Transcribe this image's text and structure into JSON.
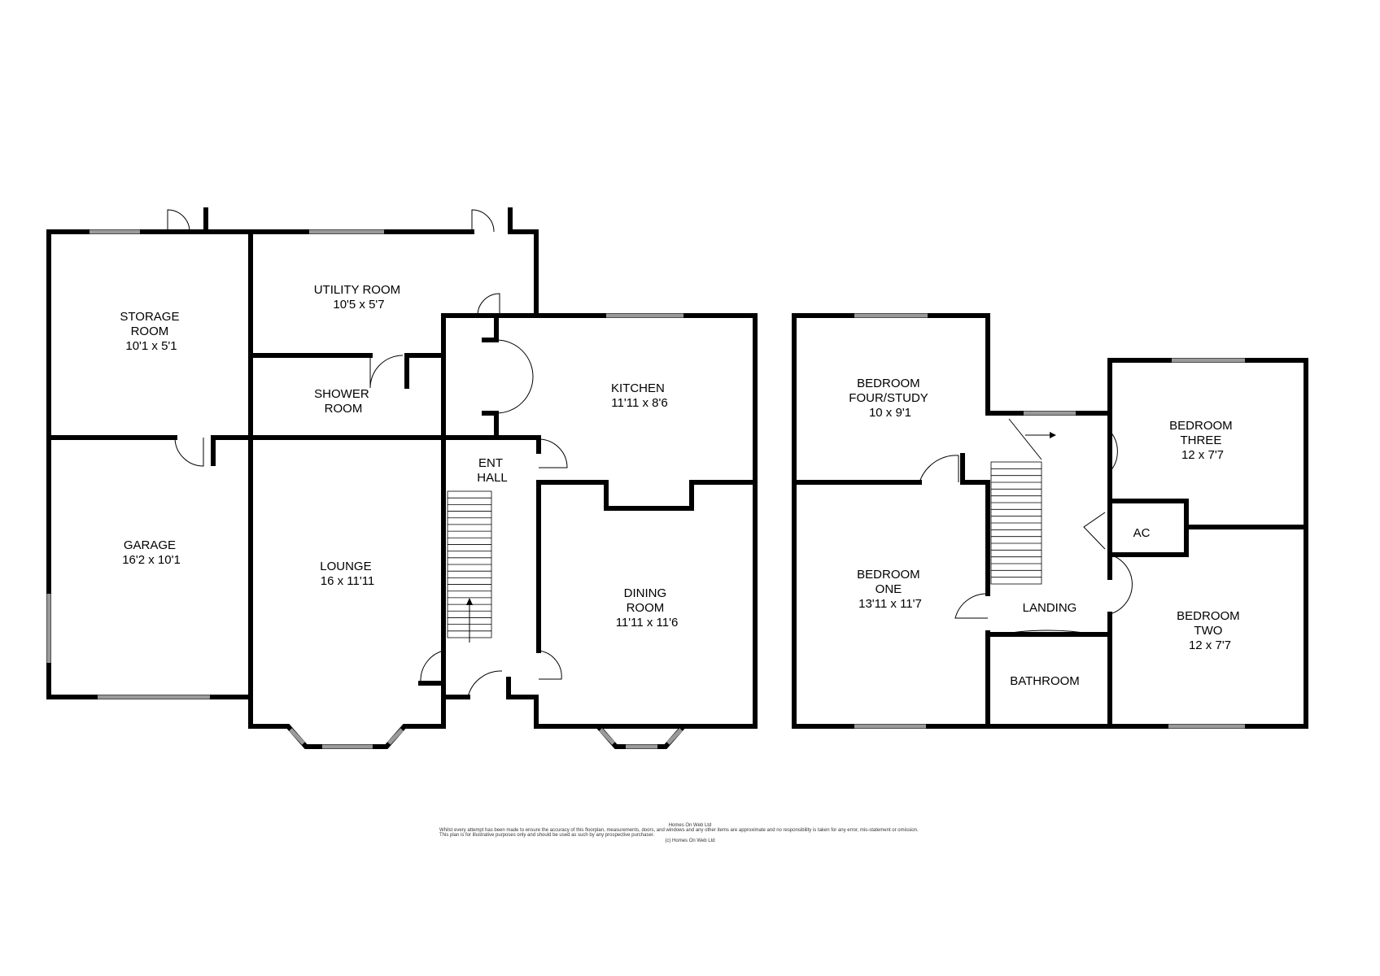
{
  "rooms": {
    "storage": {
      "name": [
        "STORAGE",
        "ROOM"
      ],
      "dims": "10'1 x 5'1"
    },
    "utility": {
      "name": [
        "UTILITY ROOM"
      ],
      "dims": "10'5 x 5'7"
    },
    "shower": {
      "name": [
        "SHOWER",
        "ROOM"
      ],
      "dims": ""
    },
    "kitchen": {
      "name": [
        "KITCHEN"
      ],
      "dims": "11'11 x 8'6"
    },
    "garage": {
      "name": [
        "GARAGE"
      ],
      "dims": "16'2 x 10'1"
    },
    "lounge": {
      "name": [
        "LOUNGE"
      ],
      "dims": "16 x 11'11"
    },
    "ent_hall": {
      "name": [
        "ENT",
        "HALL"
      ],
      "dims": ""
    },
    "dining": {
      "name": [
        "DINING",
        "ROOM"
      ],
      "dims": "11'11 x 11'6"
    },
    "bedroom_four": {
      "name": [
        "BEDROOM",
        "FOUR/STUDY"
      ],
      "dims": "10 x 9'1"
    },
    "bedroom_three": {
      "name": [
        "BEDROOM",
        "THREE"
      ],
      "dims": "12 x 7'7"
    },
    "ac": {
      "name": [
        "AC"
      ],
      "dims": ""
    },
    "bedroom_one": {
      "name": [
        "BEDROOM",
        "ONE"
      ],
      "dims": "13'11 x 11'7"
    },
    "landing": {
      "name": [
        "LANDING"
      ],
      "dims": ""
    },
    "bedroom_two": {
      "name": [
        "BEDROOM",
        "TWO"
      ],
      "dims": "12 x 7'7"
    },
    "bathroom": {
      "name": [
        "BATHROOM"
      ],
      "dims": ""
    }
  },
  "disclaimer": {
    "company": "Homes On Web Ltd",
    "line1": "Whilst every attempt has been made to ensure the accuracy of this floorplan, measurements, doors, and windows and any other items are approximate and no responsibility is taken for any error, mis-statement or omission.",
    "line2": "This plan is for illustrative purposes only and should be used as such by any prospective purchaser.",
    "copyright": "(c) Homes On Web Ltd"
  },
  "colors": {
    "wall": "#000000",
    "window": "#9a9a9a",
    "background": "#ffffff"
  }
}
